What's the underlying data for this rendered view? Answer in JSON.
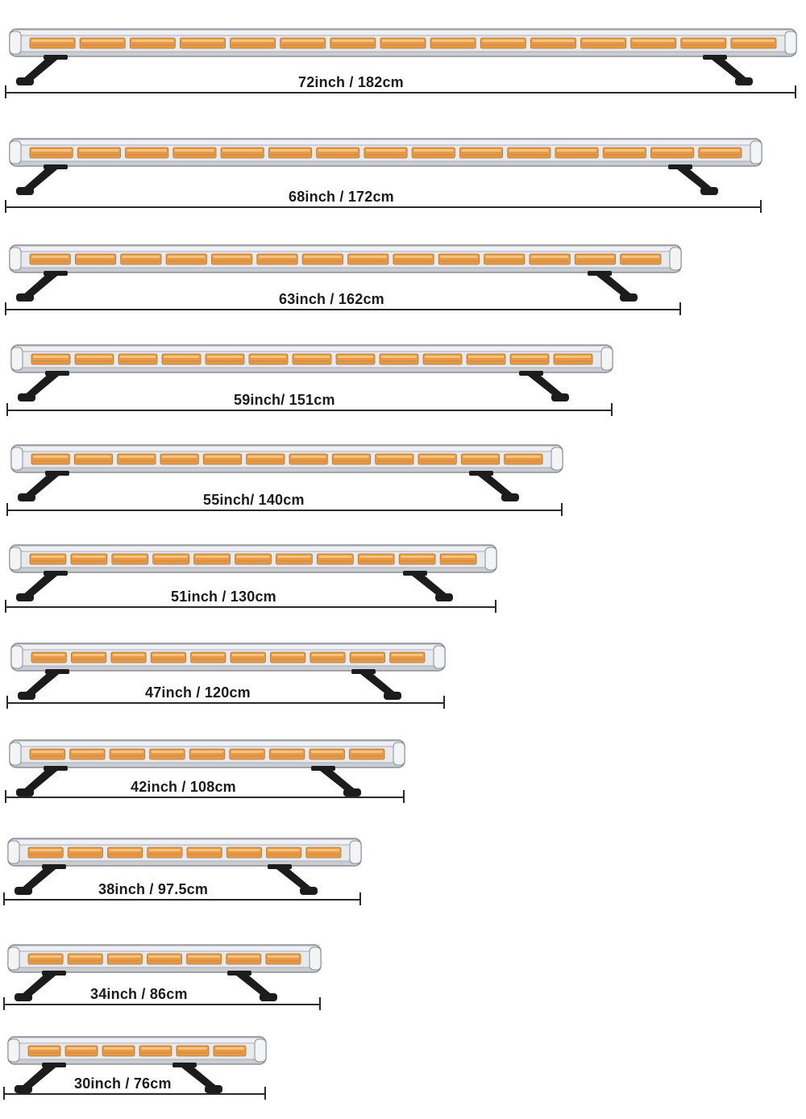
{
  "colors": {
    "housing": "#c9ccd1",
    "housing_dark": "#8b8f96",
    "lens": "#e8eaee",
    "led": "#e59a47",
    "led_light": "#f6c27c",
    "bracket": "#1c1c1c",
    "line": "#2a2a2a"
  },
  "bars": [
    {
      "label": "72inch / 182cm",
      "length_inches": 72
    },
    {
      "label": "68inch / 172cm",
      "length_inches": 68
    },
    {
      "label": "63inch / 162cm",
      "length_inches": 63
    },
    {
      "label": "59inch/ 151cm",
      "length_inches": 59
    },
    {
      "label": "55inch/ 140cm",
      "length_inches": 55
    },
    {
      "label": "51inch / 130cm",
      "length_inches": 51
    },
    {
      "label": "47inch / 120cm",
      "length_inches": 47
    },
    {
      "label": "42inch / 108cm",
      "length_inches": 42
    },
    {
      "label": "38inch / 97.5cm",
      "length_inches": 38
    },
    {
      "label": "34inch / 86cm",
      "length_inches": 34
    },
    {
      "label": "30inch / 76cm",
      "length_inches": 30
    }
  ],
  "icons": {
    "bar": "led-light-bar-icon",
    "bracket": "mounting-bracket-icon"
  }
}
